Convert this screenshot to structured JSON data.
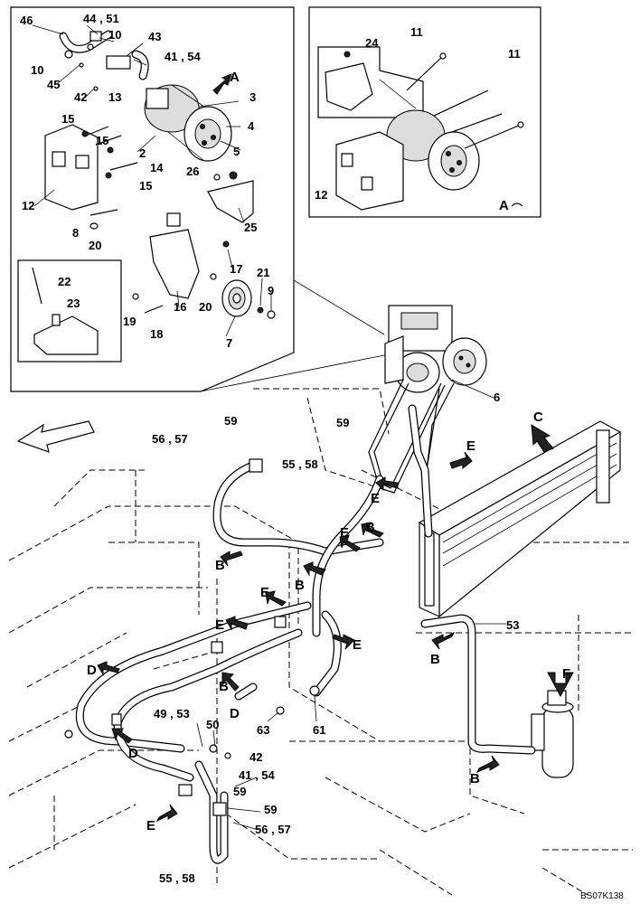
{
  "diagram": {
    "code": "BS07K138",
    "view_label": "A",
    "top_inset_labels": [
      "46",
      "44 , 51",
      "10",
      "43",
      "10",
      "41 , 54",
      "45",
      "42",
      "13",
      "3",
      "15",
      "15",
      "4",
      "2",
      "5",
      "14",
      "15",
      "26",
      "12",
      "8",
      "20",
      "25",
      "17",
      "21",
      "22",
      "9",
      "23",
      "16",
      "20",
      "19",
      "18",
      "7"
    ],
    "right_inset_labels": [
      "24",
      "11",
      "11",
      "12"
    ],
    "main_labels": [
      "6",
      "59",
      "56 , 57",
      "55 , 58",
      "59",
      "53",
      "49 , 53",
      "50",
      "42",
      "41 , 54",
      "59",
      "59",
      "56 , 57",
      "55 , 58",
      "63",
      "61"
    ],
    "arrow_letters": [
      "A",
      "B",
      "B",
      "B",
      "B",
      "B",
      "B",
      "C",
      "D",
      "D",
      "D",
      "E",
      "E",
      "E",
      "E",
      "E",
      "E",
      "E",
      "F"
    ]
  }
}
